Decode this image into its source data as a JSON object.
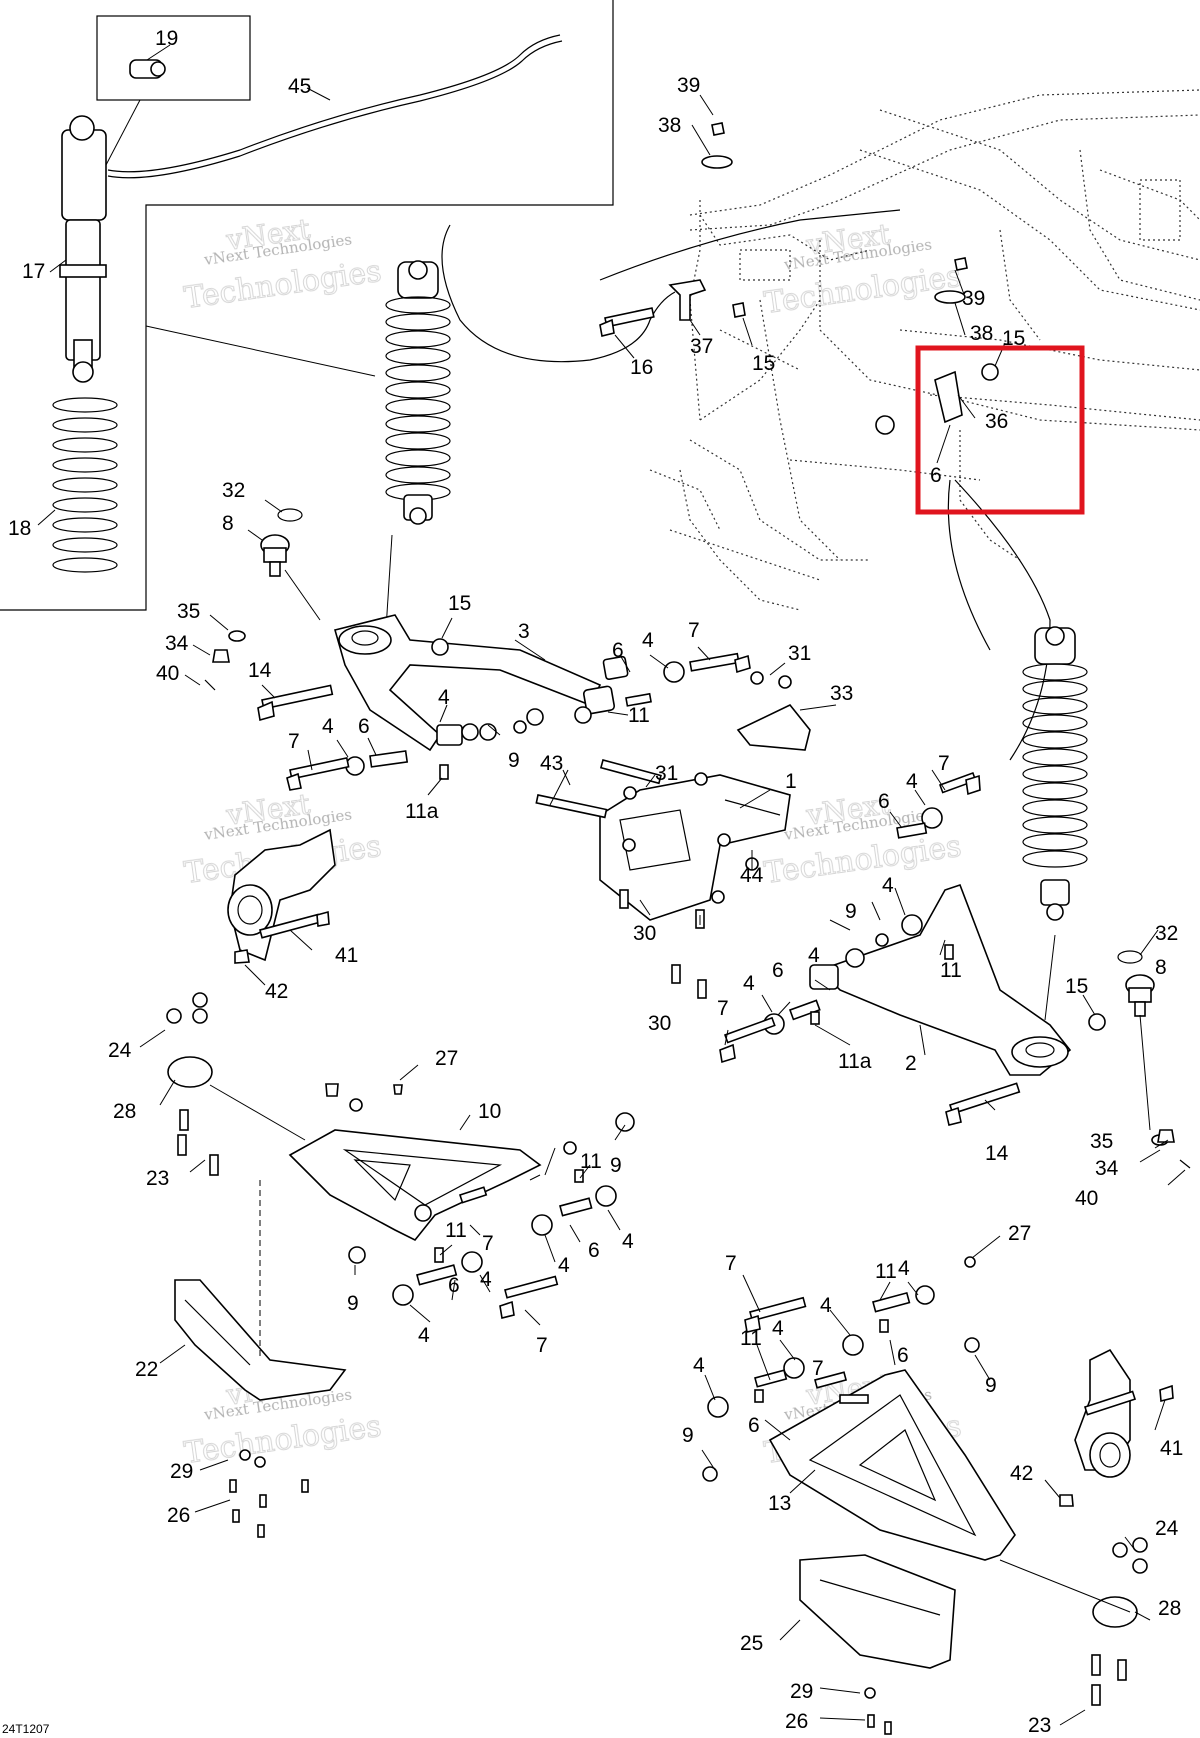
{
  "figure_code": "24T1207",
  "watermark": {
    "line1": "vNext Technologies",
    "line2": "vNext",
    "line3": "Technologies"
  },
  "highlight_color": "#e0141e",
  "callouts": [
    {
      "id": "c19",
      "text": "19"
    },
    {
      "id": "c45",
      "text": "45"
    },
    {
      "id": "c17",
      "text": "17"
    },
    {
      "id": "c18",
      "text": "18"
    },
    {
      "id": "c39a",
      "text": "39"
    },
    {
      "id": "c38a",
      "text": "38"
    },
    {
      "id": "c39b",
      "text": "39"
    },
    {
      "id": "c38b",
      "text": "38"
    },
    {
      "id": "c16",
      "text": "16"
    },
    {
      "id": "c37",
      "text": "37"
    },
    {
      "id": "c15a",
      "text": "15"
    },
    {
      "id": "c15b",
      "text": "15"
    },
    {
      "id": "c36",
      "text": "36"
    },
    {
      "id": "c6a",
      "text": "6"
    },
    {
      "id": "c32a",
      "text": "32"
    },
    {
      "id": "c8a",
      "text": "8"
    },
    {
      "id": "c35a",
      "text": "35"
    },
    {
      "id": "c34a",
      "text": "34"
    },
    {
      "id": "c40a",
      "text": "40"
    },
    {
      "id": "c14a",
      "text": "14"
    },
    {
      "id": "c15c",
      "text": "15"
    },
    {
      "id": "c3",
      "text": "3"
    },
    {
      "id": "c6b",
      "text": "6"
    },
    {
      "id": "c4a",
      "text": "4"
    },
    {
      "id": "c7a",
      "text": "7"
    },
    {
      "id": "c31a",
      "text": "31"
    },
    {
      "id": "c33",
      "text": "33"
    },
    {
      "id": "c4b",
      "text": "4"
    },
    {
      "id": "c11a",
      "text": "11"
    },
    {
      "id": "c7b",
      "text": "7"
    },
    {
      "id": "c4c",
      "text": "4"
    },
    {
      "id": "c6c",
      "text": "6"
    },
    {
      "id": "c9a",
      "text": "9"
    },
    {
      "id": "c43",
      "text": "43"
    },
    {
      "id": "c31b",
      "text": "31"
    },
    {
      "id": "c1",
      "text": "1"
    },
    {
      "id": "c11aa",
      "text": "11a"
    },
    {
      "id": "c7c",
      "text": "7"
    },
    {
      "id": "c6d",
      "text": "6"
    },
    {
      "id": "c4d",
      "text": "4"
    },
    {
      "id": "c44",
      "text": "44"
    },
    {
      "id": "c30a",
      "text": "30"
    },
    {
      "id": "c41a",
      "text": "41"
    },
    {
      "id": "c42a",
      "text": "42"
    },
    {
      "id": "c4e",
      "text": "4"
    },
    {
      "id": "c9b",
      "text": "9"
    },
    {
      "id": "c4f",
      "text": "4"
    },
    {
      "id": "c11b",
      "text": "11"
    },
    {
      "id": "c32b",
      "text": "32"
    },
    {
      "id": "c8b",
      "text": "8"
    },
    {
      "id": "c4g",
      "text": "4"
    },
    {
      "id": "c6e",
      "text": "6"
    },
    {
      "id": "c30b",
      "text": "30"
    },
    {
      "id": "c7d",
      "text": "7"
    },
    {
      "id": "c11ab",
      "text": "11a"
    },
    {
      "id": "c2",
      "text": "2"
    },
    {
      "id": "c15d",
      "text": "15"
    },
    {
      "id": "c14b",
      "text": "14"
    },
    {
      "id": "c35b",
      "text": "35"
    },
    {
      "id": "c34b",
      "text": "34"
    },
    {
      "id": "c40b",
      "text": "40"
    },
    {
      "id": "c24a",
      "text": "24"
    },
    {
      "id": "c27a",
      "text": "27"
    },
    {
      "id": "c28a",
      "text": "28"
    },
    {
      "id": "c10",
      "text": "10"
    },
    {
      "id": "c9c",
      "text": "9"
    },
    {
      "id": "c23a",
      "text": "23"
    },
    {
      "id": "c11c",
      "text": "11"
    },
    {
      "id": "c11d",
      "text": "11"
    },
    {
      "id": "c7e",
      "text": "7"
    },
    {
      "id": "c6f",
      "text": "6"
    },
    {
      "id": "c4h",
      "text": "4"
    },
    {
      "id": "c4i",
      "text": "4"
    },
    {
      "id": "c9d",
      "text": "9"
    },
    {
      "id": "c6g",
      "text": "6"
    },
    {
      "id": "c4j",
      "text": "4"
    },
    {
      "id": "c4k",
      "text": "4"
    },
    {
      "id": "c7f",
      "text": "7"
    },
    {
      "id": "c22",
      "text": "22"
    },
    {
      "id": "c29a",
      "text": "29"
    },
    {
      "id": "c26a",
      "text": "26"
    },
    {
      "id": "c27b",
      "text": "27"
    },
    {
      "id": "c7g",
      "text": "7"
    },
    {
      "id": "c11e",
      "text": "11"
    },
    {
      "id": "c4l",
      "text": "4"
    },
    {
      "id": "c4m",
      "text": "4"
    },
    {
      "id": "c11f",
      "text": "11"
    },
    {
      "id": "c4n",
      "text": "4"
    },
    {
      "id": "c6h",
      "text": "6"
    },
    {
      "id": "c9e",
      "text": "9"
    },
    {
      "id": "c4o",
      "text": "4"
    },
    {
      "id": "c7h",
      "text": "7"
    },
    {
      "id": "c6i",
      "text": "6"
    },
    {
      "id": "c9f",
      "text": "9"
    },
    {
      "id": "c41b",
      "text": "41"
    },
    {
      "id": "c42b",
      "text": "42"
    },
    {
      "id": "c13",
      "text": "13"
    },
    {
      "id": "c24b",
      "text": "24"
    },
    {
      "id": "c28b",
      "text": "28"
    },
    {
      "id": "c25",
      "text": "25"
    },
    {
      "id": "c29b",
      "text": "29"
    },
    {
      "id": "c26b",
      "text": "26"
    },
    {
      "id": "c23b",
      "text": "23"
    }
  ]
}
